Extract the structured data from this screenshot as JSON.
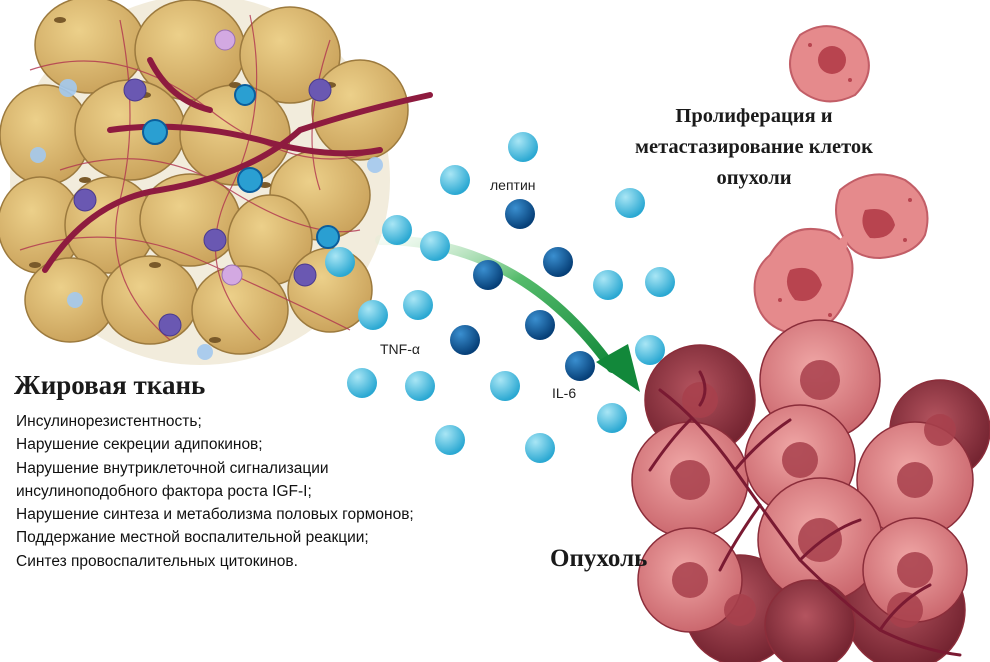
{
  "adipose": {
    "title": "Жировая ткань",
    "effects": [
      "Инсулинорезистентность;",
      "Нарушение секреции адипокинов;",
      "Нарушение внутриклеточной сигнализации",
      "инсулиноподобного фактора роста IGF-I;",
      "Нарушение синтеза и метаболизма половых гормонов;",
      "Поддержание местной воспалительной реакции;",
      "Синтез провоспалительных цитокинов."
    ]
  },
  "cytokines": {
    "leptin": "лептин",
    "tnf": "TNF-α",
    "il6": "IL-6"
  },
  "proliferation": {
    "line1": "Пролиферация и",
    "line2": "метастазирование клеток",
    "line3": "опухоли"
  },
  "tumor": {
    "title": "Опухоль"
  },
  "colors": {
    "fat_cell": "#d9b56a",
    "vessel": "#8e1b3f",
    "molecule_light": "#4fc3e2",
    "molecule_dark": "#0b5e9c",
    "arrow": "#1f9a4a",
    "tumor_cell": "#e58a8c",
    "tumor_dark": "#8b2d3a"
  }
}
